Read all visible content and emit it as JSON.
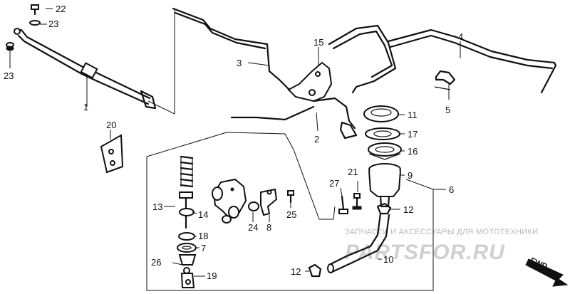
{
  "diagram": {
    "labels": [
      {
        "id": "1",
        "text": "1"
      },
      {
        "id": "2",
        "text": "2"
      },
      {
        "id": "3",
        "text": "3"
      },
      {
        "id": "4",
        "text": "4"
      },
      {
        "id": "5",
        "text": "5"
      },
      {
        "id": "6",
        "text": "6"
      },
      {
        "id": "7",
        "text": "7"
      },
      {
        "id": "8",
        "text": "8"
      },
      {
        "id": "9",
        "text": "9"
      },
      {
        "id": "10",
        "text": "10"
      },
      {
        "id": "11",
        "text": "11"
      },
      {
        "id": "12a",
        "text": "12"
      },
      {
        "id": "12b",
        "text": "12"
      },
      {
        "id": "13",
        "text": "13"
      },
      {
        "id": "14",
        "text": "14"
      },
      {
        "id": "15",
        "text": "15"
      },
      {
        "id": "16",
        "text": "16"
      },
      {
        "id": "17",
        "text": "17"
      },
      {
        "id": "18",
        "text": "18"
      },
      {
        "id": "19",
        "text": "19"
      },
      {
        "id": "20",
        "text": "20"
      },
      {
        "id": "21",
        "text": "21"
      },
      {
        "id": "22",
        "text": "22"
      },
      {
        "id": "23a",
        "text": "23"
      },
      {
        "id": "23b",
        "text": "23"
      },
      {
        "id": "24",
        "text": "24"
      },
      {
        "id": "25",
        "text": "25"
      },
      {
        "id": "26",
        "text": "26"
      },
      {
        "id": "27",
        "text": "27"
      }
    ],
    "direction_label": "FWD"
  },
  "watermark": {
    "caption": "ЗАПЧАСТИ И АКСЕССУАРЫ ДЛЯ МОТОТЕХНИКИ",
    "logo": "PARTSFOR.RU"
  },
  "colors": {
    "line": "#111111",
    "background": "#ffffff",
    "watermark": "#c8c8c8"
  }
}
